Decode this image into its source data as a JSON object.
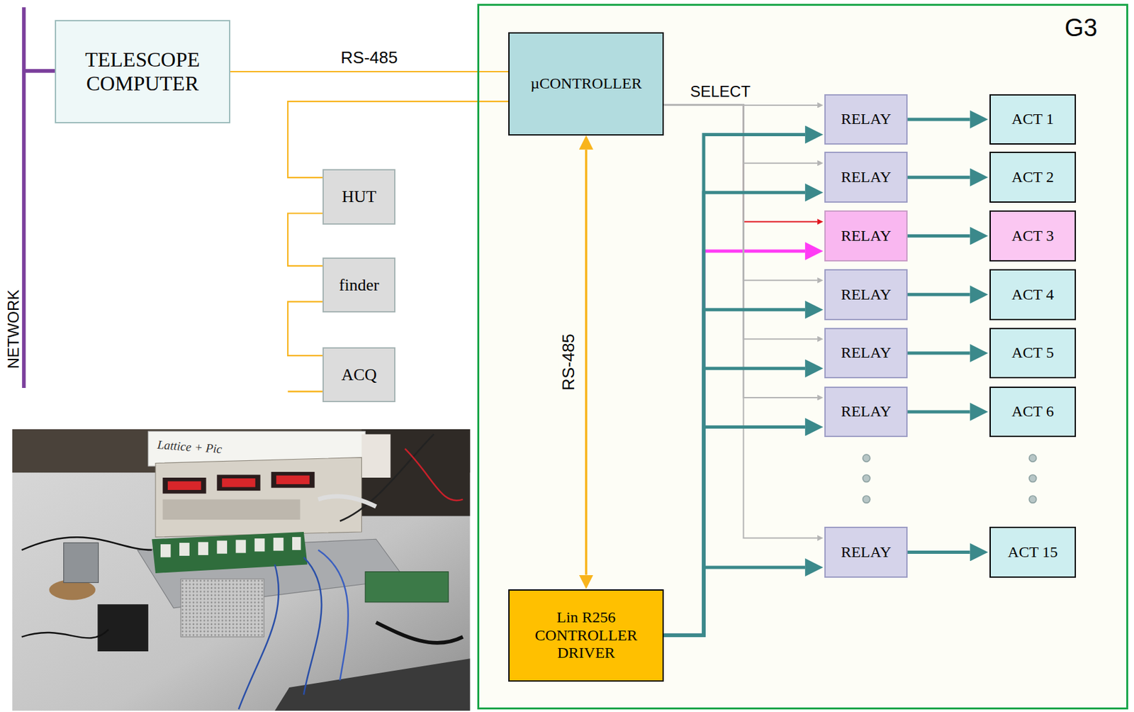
{
  "diagram": {
    "nodes": [
      {
        "text": [
          "TELESCOPE COMPUTER"
        ]
      },
      {
        "text": [
          "HUT"
        ]
      },
      {
        "text": [
          "finder"
        ]
      },
      {
        "text": [
          "ACQ"
        ]
      },
      {
        "text": [
          "G3"
        ]
      },
      {
        "text": [
          "µCONTROLLER"
        ],
        "in": 4
      },
      {
        "text": [
          "RELAY"
        ],
        "in": 4
      },
      {
        "text": [
          "ACT 1"
        ],
        "in": 4
      },
      {
        "text": [
          "RELAY"
        ],
        "in": 4
      },
      {
        "text": [
          "ACT 2"
        ],
        "in": 4
      },
      {
        "text": [
          "RELAY"
        ],
        "in": 4
      },
      {
        "text": [
          "ACT 3"
        ],
        "in": 4
      },
      {
        "text": [
          "RELAY"
        ],
        "in": 4
      },
      {
        "text": [
          "ACT 4"
        ],
        "in": 4
      },
      {
        "text": [
          "RELAY"
        ],
        "in": 4
      },
      {
        "text": [
          "ACT 5"
        ],
        "in": 4
      },
      {
        "text": [
          "RELAY"
        ],
        "in": 4
      },
      {
        "text": [
          "ACT 6"
        ],
        "in": 4
      },
      {
        "text": [
          "RELAY"
        ],
        "in": 4
      },
      {
        "text": [
          "ACT 15"
        ],
        "in": 4
      },
      {
        "text": [
          "Lin R256 CONTROLLER DRIVER"
        ],
        "in": 4
      }
    ],
    "edges": [
      {
        "from": 0,
        "to": 5,
        "arrow": "none",
        "label": "RS-485"
      },
      {
        "from": 5,
        "to": 1,
        "arrow": "none"
      },
      {
        "from": 1,
        "to": 2,
        "arrow": "none"
      },
      {
        "from": 2,
        "to": 3,
        "arrow": "none"
      },
      {
        "from": 5,
        "to": 20,
        "arrow": "both",
        "label": "RS-485"
      },
      {
        "from": 5,
        "to": 6,
        "arrow": "to",
        "label": "SELECT"
      },
      {
        "from": 5,
        "to": 8,
        "arrow": "to"
      },
      {
        "from": 5,
        "to": 10,
        "arrow": "to"
      },
      {
        "from": 5,
        "to": 12,
        "arrow": "to"
      },
      {
        "from": 5,
        "to": 14,
        "arrow": "to"
      },
      {
        "from": 5,
        "to": 16,
        "arrow": "to"
      },
      {
        "from": 5,
        "to": 18,
        "arrow": "to"
      },
      {
        "from": 20,
        "to": 6,
        "arrow": "to"
      },
      {
        "from": 20,
        "to": 8,
        "arrow": "to"
      },
      {
        "from": 20,
        "to": 10,
        "arrow": "to"
      },
      {
        "from": 20,
        "to": 12,
        "arrow": "to"
      },
      {
        "from": 20,
        "to": 14,
        "arrow": "to"
      },
      {
        "from": 20,
        "to": 16,
        "arrow": "to"
      },
      {
        "from": 20,
        "to": 18,
        "arrow": "to"
      },
      {
        "from": 6,
        "to": 7,
        "arrow": "to"
      },
      {
        "from": 8,
        "to": 9,
        "arrow": "to"
      },
      {
        "from": 10,
        "to": 11,
        "arrow": "to"
      },
      {
        "from": 12,
        "to": 13,
        "arrow": "to"
      },
      {
        "from": 14,
        "to": 15,
        "arrow": "to"
      },
      {
        "from": 16,
        "to": 17,
        "arrow": "to"
      },
      {
        "from": 18,
        "to": 19,
        "arrow": "to"
      }
    ],
    "labels": [
      "NETWORK",
      "Lattice + Pic"
    ]
  }
}
